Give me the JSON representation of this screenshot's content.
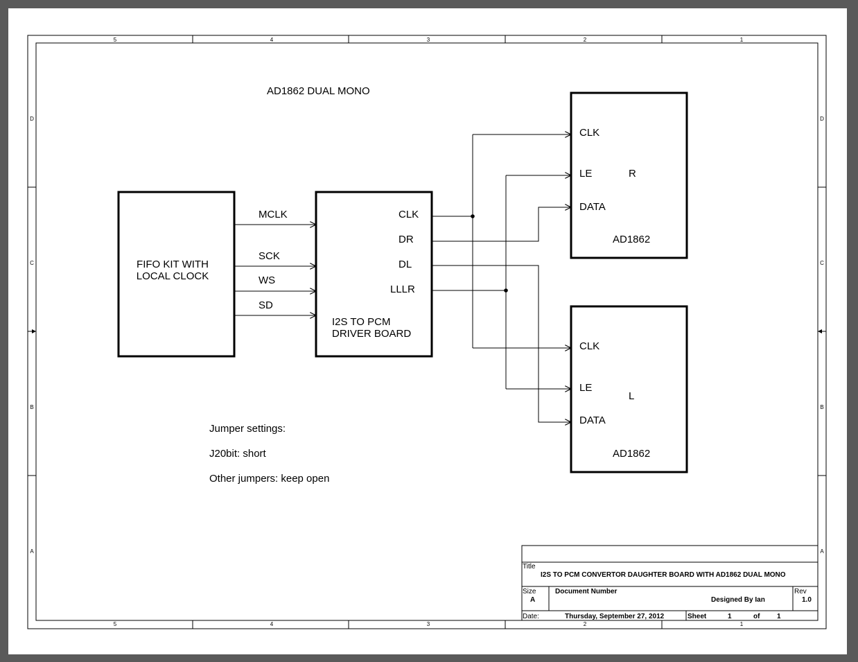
{
  "border": {
    "cols": [
      "5",
      "4",
      "3",
      "2",
      "1"
    ],
    "rows": [
      "D",
      "C",
      "B",
      "A"
    ]
  },
  "heading": "AD1862 DUAL  MONO",
  "fifo": {
    "line1": "FIFO KIT WITH",
    "line2": "LOCAL CLOCK"
  },
  "input_signals": [
    "MCLK",
    "SCK",
    "WS",
    "SD"
  ],
  "driver": {
    "pins": [
      "CLK",
      "DR",
      "DL",
      "LLLR"
    ],
    "line1": "I2S TO PCM",
    "line2": "DRIVER BOARD"
  },
  "dac_right": {
    "pins": [
      "CLK",
      "LE",
      "DATA"
    ],
    "channel": "R",
    "part": "AD1862"
  },
  "dac_left": {
    "pins": [
      "CLK",
      "LE",
      "DATA"
    ],
    "channel": "L",
    "part": "AD1862"
  },
  "notes": [
    "Jumper settings:",
    "J20bit: short",
    "Other jumpers: keep open"
  ],
  "title_block": {
    "title_label": "Title",
    "title": "I2S TO PCM CONVERTOR DAUGHTER BOARD WITH AD1862 DUAL MONO",
    "size_label": "Size",
    "size": "A",
    "docnum_label": "Document Number",
    "designer": "Designed By Ian",
    "rev_label": "Rev",
    "rev": "1.0",
    "date_label": "Date:",
    "date": "Thursday, September 27, 2012",
    "sheet_label": "Sheet",
    "sheet": "1",
    "of_label": "of",
    "sheet_total": "1"
  }
}
